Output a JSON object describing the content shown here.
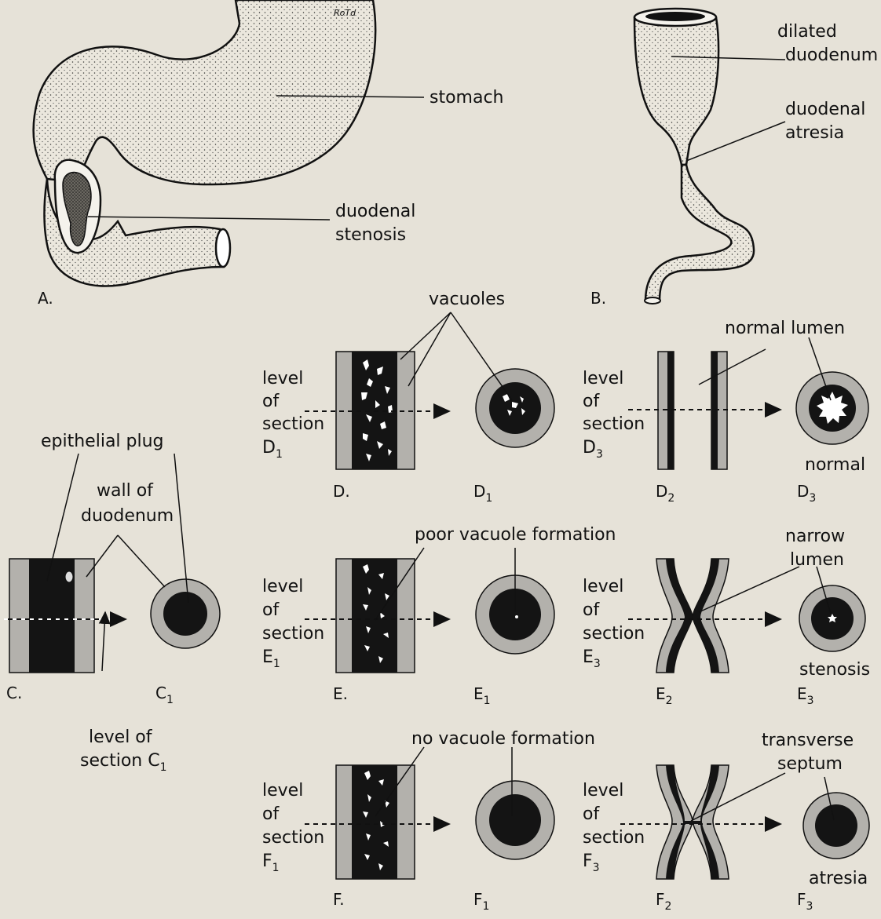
{
  "panels": {
    "A": {
      "letter": "A.",
      "artist_mark": "RoTd",
      "stomach": "stomach",
      "stenosis_line1": "duodenal",
      "stenosis_line2": "stenosis"
    },
    "B": {
      "letter": "B.",
      "dilated_line1": "dilated",
      "dilated_line2": "duodenum",
      "atresia_line1": "duodenal",
      "atresia_line2": "atresia"
    },
    "C": {
      "letter": "C.",
      "c1": "C",
      "c1_sub": "1",
      "epithelial_plug": "epithelial plug",
      "wall_line1": "wall of",
      "wall_line2": "duodenum",
      "level_line1": "level of",
      "level_line2": "section C",
      "level_sub": "1"
    },
    "D": {
      "letter": "D.",
      "vacuoles": "vacuoles",
      "d1_level_line1": "level",
      "d1_level_line2": "of",
      "d1_level_line3": "section",
      "d1_level_line4": "D",
      "d1_level_sub": "1",
      "d1": "D",
      "d1_sub": "1",
      "d3_level_line1": "level",
      "d3_level_line2": "of",
      "d3_level_line3": "section",
      "d3_level_line4": "D",
      "d3_level_sub": "3",
      "normal_lumen": "normal lumen",
      "d2": "D",
      "d2_sub": "2",
      "normal": "normal",
      "d3": "D",
      "d3_sub": "3"
    },
    "E": {
      "letter": "E.",
      "poor_vacuole": "poor vacuole formation",
      "e1_level_line1": "level",
      "e1_level_line2": "of",
      "e1_level_line3": "section",
      "e1_level_line4": "E",
      "e1_level_sub": "1",
      "e1": "E",
      "e1_sub": "1",
      "e3_level_line1": "level",
      "e3_level_line2": "of",
      "e3_level_line3": "section",
      "e3_level_line4": "E",
      "e3_level_sub": "3",
      "narrow_line1": "narrow",
      "narrow_line2": "lumen",
      "e2": "E",
      "e2_sub": "2",
      "stenosis": "stenosis",
      "e3": "E",
      "e3_sub": "3"
    },
    "F": {
      "letter": "F.",
      "no_vacuole": "no vacuole formation",
      "f1_level_line1": "level",
      "f1_level_line2": "of",
      "f1_level_line3": "section",
      "f1_level_line4": "F",
      "f1_level_sub": "1",
      "f1": "F",
      "f1_sub": "1",
      "f3_level_line1": "level",
      "f3_level_line2": "of",
      "f3_level_line3": "section",
      "f3_level_line4": "F",
      "f3_level_sub": "3",
      "transverse_line1": "transverse",
      "transverse_line2": "septum",
      "f2": "F",
      "f2_sub": "2",
      "atresia": "atresia",
      "f3": "F",
      "f3_sub": "3"
    }
  },
  "colors": {
    "background": "#e6e2d8",
    "wall": "#b3b1ac",
    "epithelium": "#141414",
    "line": "#111111"
  }
}
